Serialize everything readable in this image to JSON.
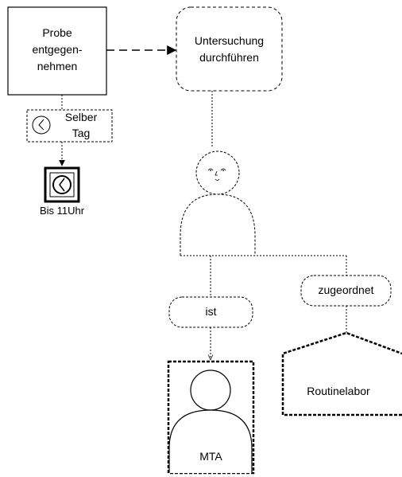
{
  "diagram": {
    "task_receive": {
      "lines": [
        "Probe",
        "entgegen-",
        "nehmen"
      ]
    },
    "task_examine": {
      "lines": [
        "Untersuchung",
        "durchführen"
      ]
    },
    "timer_event": {
      "lines": [
        "Selber",
        "Tag"
      ]
    },
    "deadline_label": "Bis 11Uhr",
    "relation_ist": "ist",
    "relation_zugeordnet": "zugeordnet",
    "role_mta": "MTA",
    "org_unit": "Routinelabor"
  }
}
